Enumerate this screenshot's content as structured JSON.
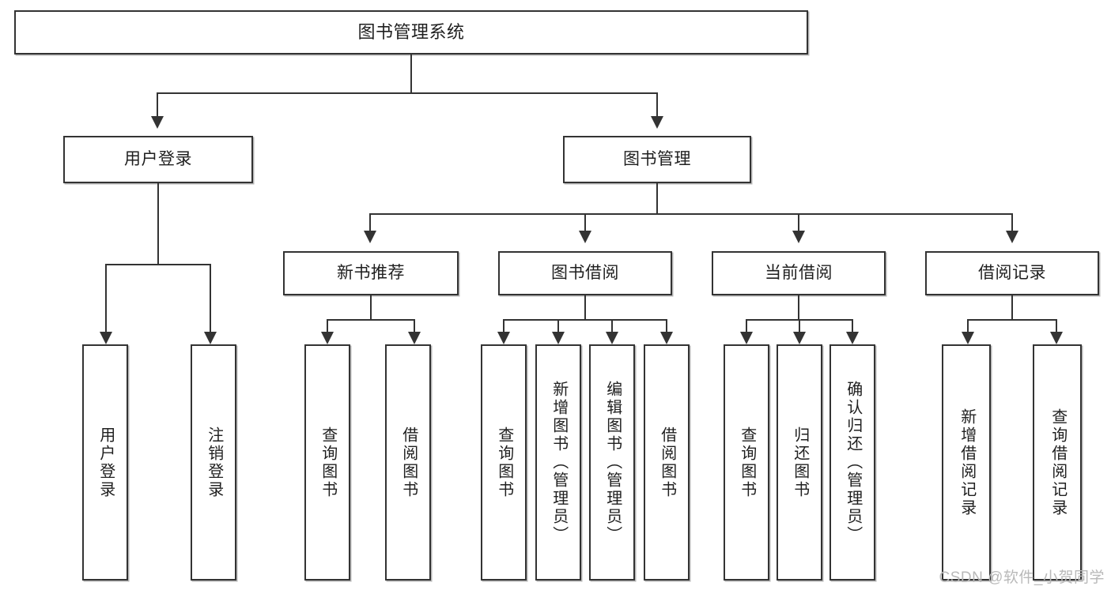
{
  "diagram": {
    "title": "图书管理系统",
    "type": "tree",
    "watermark": "CSDN @软件_小贺同学",
    "colors": {
      "box_border": "#333333",
      "box_fill": "#ffffff",
      "connector": "#333333",
      "text": "#1f1f1f",
      "watermark": "#b9b9b9"
    }
  },
  "nodes": {
    "root": {
      "label": "图书管理系统",
      "level": 1
    },
    "level2": [
      {
        "id": "user-login",
        "label": "用户登录"
      },
      {
        "id": "book-management",
        "label": "图书管理"
      }
    ],
    "level3": [
      {
        "id": "new-book-recommend",
        "label": "新书推荐"
      },
      {
        "id": "book-borrow",
        "label": "图书借阅"
      },
      {
        "id": "current-borrow",
        "label": "当前借阅"
      },
      {
        "id": "borrow-record",
        "label": "借阅记录"
      }
    ],
    "leaves": {
      "user-login": [
        {
          "id": "leaf-user-login",
          "label": "用户登录"
        },
        {
          "id": "leaf-logout-login",
          "label": "注销登录"
        }
      ],
      "new-book-recommend": [
        {
          "id": "leaf-query-book-1",
          "label": "查询图书"
        },
        {
          "id": "leaf-borrow-book-1",
          "label": "借阅图书"
        }
      ],
      "book-borrow": [
        {
          "id": "leaf-query-book-2",
          "label": "查询图书"
        },
        {
          "id": "leaf-add-book",
          "label": "新增图书（管理员）"
        },
        {
          "id": "leaf-edit-book",
          "label": "编辑图书（管理员）"
        },
        {
          "id": "leaf-borrow-book-2",
          "label": "借阅图书"
        }
      ],
      "current-borrow": [
        {
          "id": "leaf-query-book-3",
          "label": "查询图书"
        },
        {
          "id": "leaf-return-book",
          "label": "归还图书"
        },
        {
          "id": "leaf-confirm-return",
          "label": "确认归还（管理员）"
        }
      ],
      "borrow-record": [
        {
          "id": "leaf-add-record",
          "label": "新增借阅记录"
        },
        {
          "id": "leaf-query-record",
          "label": "查询借阅记录"
        }
      ]
    }
  }
}
